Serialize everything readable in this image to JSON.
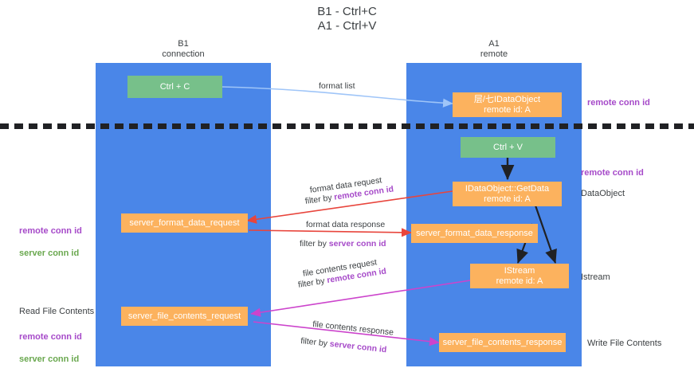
{
  "title": "B1 - Ctrl+C\nA1 - Ctrl+V",
  "lanes": [
    {
      "header": "B1\nconnection"
    },
    {
      "header": "A1\nremote"
    }
  ],
  "boxes": {
    "ctrl_c": "Ctrl + C",
    "ctrl_v": "Ctrl + V",
    "idataobject_remote": "层/七IDataObject\nremote id: A",
    "idataobject_getdata": "IDataObject::GetData\nremote id: A",
    "istream": "IStream\nremote id: A",
    "server_format_data_request": "server_format_data_request",
    "server_format_data_response": "server_format_data_response",
    "server_file_contents_request": "server_file_contents_request",
    "server_file_contents_response": "server_file_contents_response"
  },
  "edges": {
    "format_list": "format list",
    "format_data_request": "format data request",
    "format_data_request_filter_prefix": "filter by ",
    "format_data_request_filter_key": "remote conn id",
    "format_data_response": "format data response",
    "format_data_response_filter_prefix": "filter by ",
    "format_data_response_filter_key": "server conn id",
    "file_contents_request": "file contents request",
    "file_contents_request_filter_prefix": "filter by ",
    "file_contents_request_filter_key": "remote conn id",
    "file_contents_response": "file contents response",
    "file_contents_response_filter_prefix": "filter by ",
    "file_contents_response_filter_key": "server conn id"
  },
  "annotations": {
    "right_remote_conn_id_top": "remote conn id",
    "right_remote_conn_id_mid": "remote conn id",
    "right_dataobject": "DataObject",
    "right_istream": "Istream",
    "right_write_file_contents": "Write File Contents",
    "left_remote_conn_id": "remote conn id",
    "left_server_conn_id": "server conn id",
    "left_read_file_contents": "Read File Contents",
    "left_remote_conn_id_2": "remote conn id",
    "left_server_conn_id_2": "server conn id"
  },
  "colors": {
    "lane": "#4a86e8",
    "green_box": "#77c08a",
    "orange_box": "#fcb25e",
    "purple": "#a64ac9",
    "green_text": "#6aa84f",
    "red_arrow": "#e8453c",
    "magenta_arrow": "#cc44cc",
    "blue_arrow": "#9fc5f8",
    "dark": "#202124"
  }
}
